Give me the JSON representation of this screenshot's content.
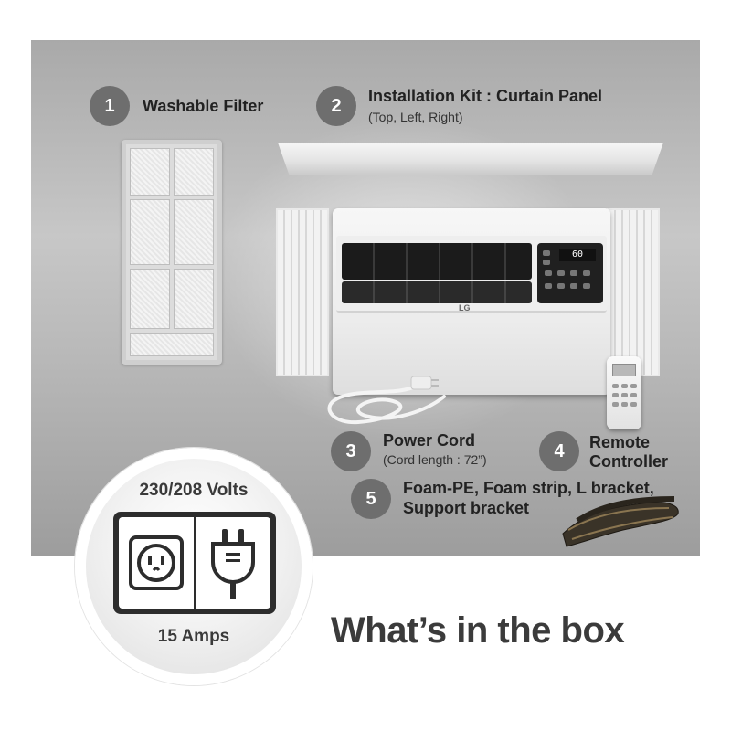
{
  "items": [
    {
      "number": "1",
      "label": "Washable Filter"
    },
    {
      "number": "2",
      "label": "Installation Kit : Curtain Panel",
      "sublabel": "(Top, Left, Right)"
    },
    {
      "number": "3",
      "label": "Power Cord",
      "sublabel": "(Cord length : 72”)"
    },
    {
      "number": "4",
      "label_line1": "Remote",
      "label_line2": "Controller"
    },
    {
      "number": "5",
      "label_line1": "Foam-PE, Foam strip, L bracket,",
      "label_line2": "Support bracket"
    }
  ],
  "ac_unit": {
    "display": "60",
    "brand": "LG"
  },
  "power": {
    "volts": "230/208 Volts",
    "amps": "15 Amps",
    "outlet_icon": "outlet-icon",
    "plug_icon": "plug-icon"
  },
  "headline": "What’s in the box",
  "colors": {
    "badge": "#6e6e6e",
    "panel": "#b8b8b8",
    "text": "#222222"
  }
}
